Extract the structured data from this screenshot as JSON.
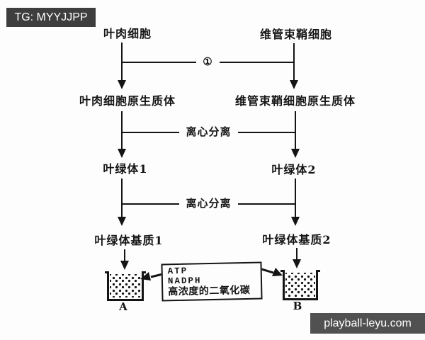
{
  "overlays": {
    "tg_label": "TG: MYYJJPP",
    "site_label": "playball-leyu.com"
  },
  "flowchart": {
    "rows": [
      {
        "left": "叶肉细胞",
        "right": "维管束鞘细胞"
      },
      {
        "left": "叶肉细胞原生质体",
        "right": "维管束鞘细胞原生质体"
      },
      {
        "left": "叶绿体1",
        "right": "叶绿体2"
      },
      {
        "left": "叶绿体基质1",
        "right": "叶绿体基质2"
      }
    ],
    "connectors": [
      {
        "label": "①"
      },
      {
        "label": "离心分离"
      },
      {
        "label": "离心分离"
      }
    ],
    "reagent_box": {
      "lines": [
        "ATP",
        "NADPH",
        "高浓度的二氧化碳"
      ]
    },
    "beakers": [
      {
        "label": "A"
      },
      {
        "label": "B"
      }
    ]
  },
  "colors": {
    "ink": "#141414",
    "background": "#fdfdfd",
    "tg_overlay_bg": "#3e3e3e",
    "site_overlay_bg": "#515151"
  }
}
